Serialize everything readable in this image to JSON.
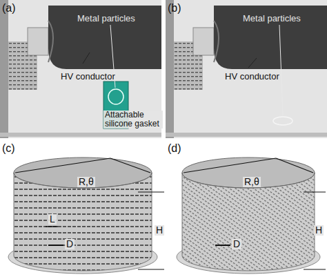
{
  "diagram": {
    "labels": [
      "(a)",
      "Metal particles",
      "HV conductor",
      "Attachable silicone gasket",
      "(b)",
      "Metal particles",
      "HV conductor",
      "(c)",
      "R,θ",
      "L",
      "D",
      "H",
      "(d)",
      "R,θ",
      "D",
      "H"
    ]
  }
}
